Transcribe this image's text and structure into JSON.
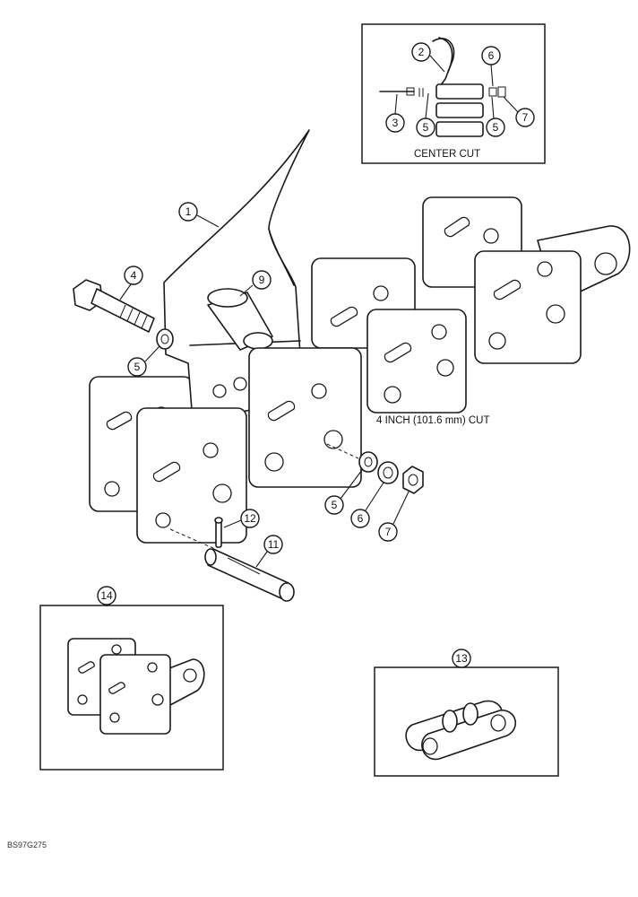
{
  "labels": {
    "center_cut": "CENTER CUT",
    "four_inch_cut": "4 INCH (101.6 mm) CUT",
    "figure_id": "BS97G275"
  },
  "callouts": {
    "c1": "1",
    "c2": "2",
    "c3": "3",
    "c4": "4",
    "c5a": "5",
    "c5b": "5",
    "c5c": "5",
    "c5d": "5",
    "c6a": "6",
    "c6b": "6",
    "c7a": "7",
    "c7b": "7",
    "c9": "9",
    "c11": "11",
    "c12": "12",
    "c13": "13",
    "c14": "14"
  }
}
